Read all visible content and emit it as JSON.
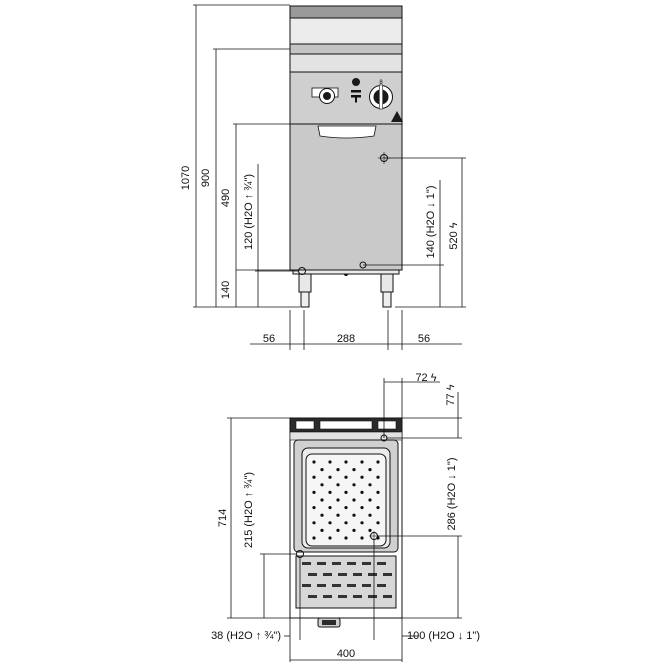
{
  "front_view": {
    "dims": {
      "h_total": "1070",
      "h_worktop": "900",
      "h_door": "490",
      "water_in": "120 (H2O ↑ ¾\")",
      "feet": "140",
      "water_out": "140 (H2O ↓ 1\")",
      "electric": "520 ϟ",
      "left_offset": "56",
      "foot_span": "288",
      "right_offset": "56"
    }
  },
  "plan_view": {
    "dims": {
      "elec_x": "72 ϟ",
      "elec_y": "77 ϟ",
      "depth": "714",
      "water_in": "215 (H2O ↑ ¾\")",
      "water_out": "286 (H2O ↓ 1\")",
      "in_offset": "38 (H2O ↑ ¾\")",
      "out_offset": "100 (H2O ↓ 1\")",
      "width": "400"
    }
  },
  "icons": [
    "gas-valve-icon",
    "control-knob-icon",
    "pilot-indicator-icon",
    "warning-triangle-icon",
    "electric-bolt-icon",
    "water-connection-icon"
  ]
}
